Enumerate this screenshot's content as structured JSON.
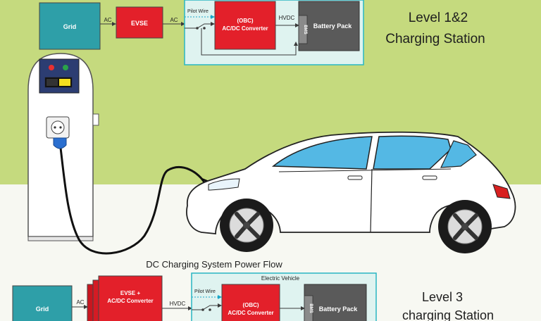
{
  "top": {
    "grid": "Grid",
    "ac1": "AC",
    "evse": "EVSE",
    "ac2": "AC",
    "pilot": "Pilot Wire",
    "obc1": "(OBC)",
    "obc2": "AC/DC Converter",
    "hvdc": "HVDC",
    "bms": "BMS",
    "battery": "Battery Pack",
    "title1": "Level 1&2",
    "title2": "Charging Station"
  },
  "middle": {
    "dc_flow": "DC Charging System Power Flow"
  },
  "bottom": {
    "grid": "Grid",
    "ac": "AC",
    "evse1": "EVSE +",
    "evse2": "AC/DC Converter",
    "hvdc": "HVDC",
    "ev_label": "Electric Vehicle",
    "pilot": "Pilot Wire",
    "obc1": "(OBC)",
    "obc2": "AC/DC Converter",
    "bms": "BMS",
    "battery": "Battery Pack",
    "title1": "Level 3",
    "title2": "charging Station"
  },
  "colors": {
    "grid": "#2e9fa8",
    "red": "#e3202a",
    "battery": "#5a5a5a",
    "car_window": "#54b8e4",
    "cable": "#111111",
    "plug": "#2a6fd0",
    "bg_green": "#c5da7e"
  }
}
